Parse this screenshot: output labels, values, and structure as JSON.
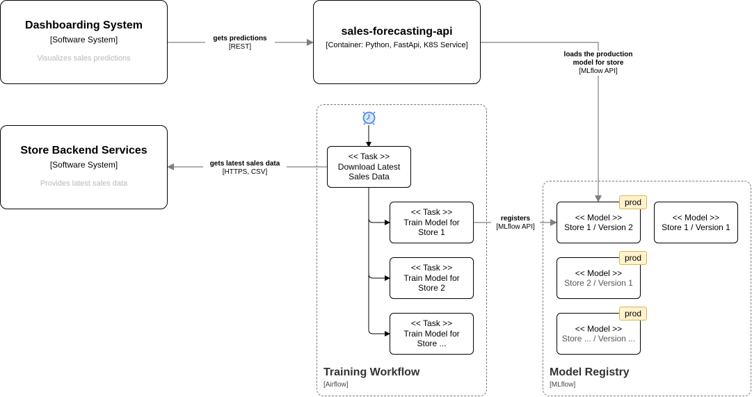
{
  "dashboarding": {
    "title": "Dashboarding System",
    "type": "[Software System]",
    "description": "Visualizes sales predictions"
  },
  "api": {
    "title": "sales-forecasting-api",
    "type": "[Container: Python, FastApi, K8S Service]"
  },
  "backend": {
    "title": "Store Backend Services",
    "type": "[Software System]",
    "description": "Provides latest sales data"
  },
  "edges": {
    "predictions": {
      "label": "gets predictions",
      "tech": "[REST]"
    },
    "loads": {
      "label_line1": "loads the production",
      "label_line2": "model for store",
      "tech": "[MLflow API]"
    },
    "sales": {
      "label": "gets latest sales data",
      "tech": "[HTTPS, CSV]"
    },
    "registers": {
      "label": "registers",
      "tech": "[MLflow API]"
    }
  },
  "training": {
    "title": "Training Workflow",
    "type": "[Airflow]",
    "trigger_icon": "clock-icon",
    "download": {
      "stereotype": "<< Task >>",
      "line1": "Download Latest",
      "line2": "Sales Data"
    },
    "tasks": [
      {
        "stereotype": "<< Task >>",
        "line1": "Train Model for",
        "line2": "Store 1"
      },
      {
        "stereotype": "<< Task >>",
        "line1": "Train Model for",
        "line2": "Store 2"
      },
      {
        "stereotype": "<< Task >>",
        "line1": "Train Model for",
        "line2": "Store ..."
      }
    ]
  },
  "registry": {
    "title": "Model Registry",
    "type": "[MLflow]",
    "prod_badge": "prod",
    "models": [
      {
        "stereotype": "<< Model >>",
        "name": "Store 1 / Version 2"
      },
      {
        "stereotype": "<< Model >>",
        "name": "Store 1 / Version 1"
      },
      {
        "stereotype": "<< Model >>",
        "name": "Store 2 / Version 1"
      },
      {
        "stereotype": "<< Model >>",
        "name": "Store ... / Version ..."
      }
    ]
  },
  "colors": {
    "edge": "#7f7f7f",
    "prod_fill": "#fff2cc",
    "prod_border": "#d6b656",
    "icon": "#4a86e8"
  }
}
